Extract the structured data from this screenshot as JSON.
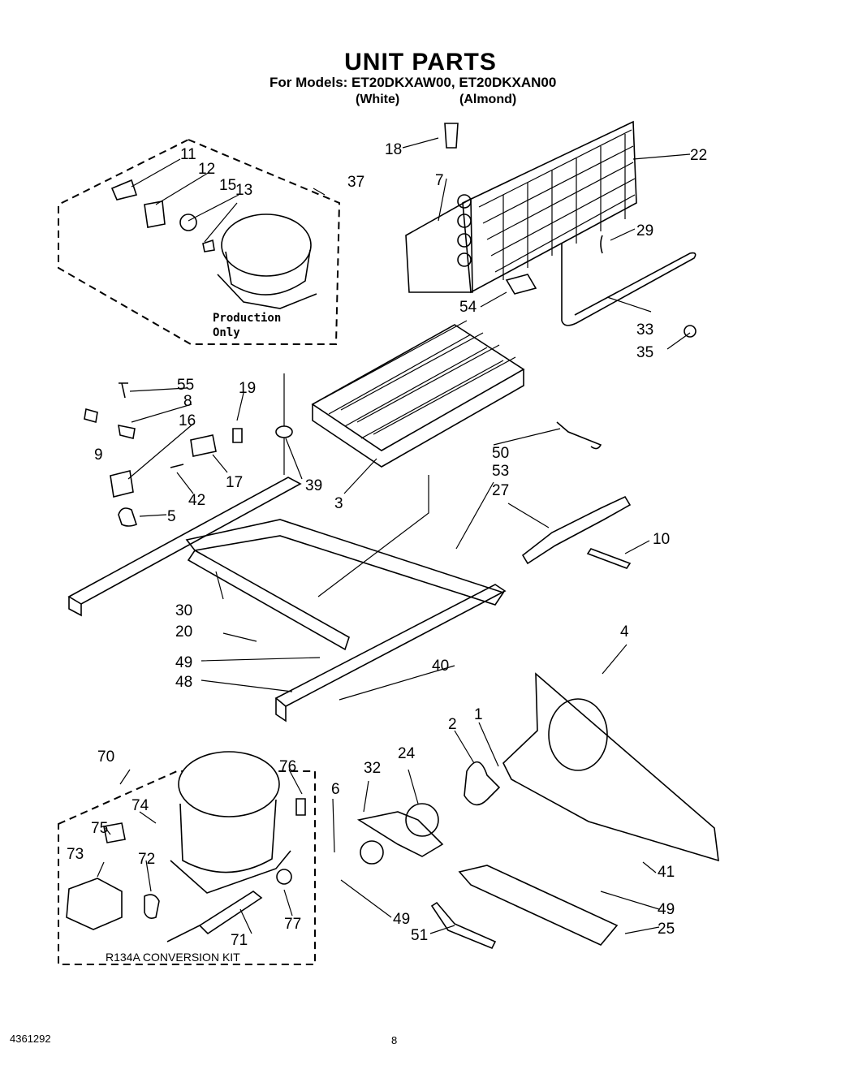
{
  "header": {
    "title": "UNIT PARTS",
    "models_line": "For Models: ET20DKXAW00, ET20DKXAN00",
    "variant_white": "(White)",
    "variant_almond": "(Almond)"
  },
  "notes": {
    "production": "Production",
    "only": "Only",
    "kit": "R134A  CONVERSION  KIT"
  },
  "callouts": [
    "1",
    "2",
    "3",
    "4",
    "5",
    "6",
    "7",
    "8",
    "9",
    "10",
    "11",
    "12",
    "13",
    "15",
    "16",
    "17",
    "18",
    "19",
    "20",
    "22",
    "24",
    "25",
    "27",
    "29",
    "30",
    "32",
    "33",
    "35",
    "37",
    "39",
    "40",
    "41",
    "42",
    "48",
    "49",
    "50",
    "51",
    "53",
    "54",
    "55",
    "70",
    "71",
    "72",
    "73",
    "74",
    "75",
    "76",
    "77"
  ],
  "labels": {
    "c1": "1",
    "c2": "2",
    "c3": "3",
    "c4": "4",
    "c5": "5",
    "c6": "6",
    "c7": "7",
    "c8": "8",
    "c9": "9",
    "c10": "10",
    "c11": "11",
    "c12": "12",
    "c13": "13",
    "c15": "15",
    "c16": "16",
    "c17": "17",
    "c18": "18",
    "c19": "19",
    "c20": "20",
    "c22": "22",
    "c24": "24",
    "c25": "25",
    "c27": "27",
    "c29": "29",
    "c30": "30",
    "c32": "32",
    "c33": "33",
    "c35": "35",
    "c37": "37",
    "c39": "39",
    "c40": "40",
    "c41": "41",
    "c42": "42",
    "c48": "48",
    "c49": "49",
    "c50": "50",
    "c51": "51",
    "c53": "53",
    "c54": "54",
    "c55": "55",
    "c70": "70",
    "c71": "71",
    "c72": "72",
    "c73": "73",
    "c74": "74",
    "c75": "75",
    "c76": "76",
    "c77": "77"
  },
  "footer": {
    "doc_number": "4361292",
    "page": "8"
  }
}
